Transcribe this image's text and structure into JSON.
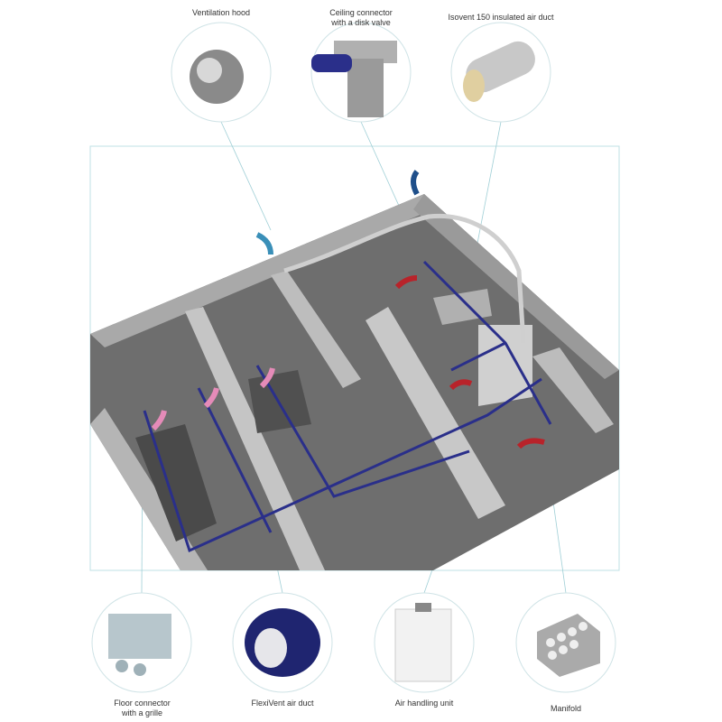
{
  "components": {
    "top": [
      {
        "label": "Ventilation hood"
      },
      {
        "label": "Ceiling connector with a disk valve"
      },
      {
        "label": "Isovent 150 insulated air duct"
      }
    ],
    "bottom": [
      {
        "label": "Floor connector with a grille"
      },
      {
        "label": "FlexiVent air duct"
      },
      {
        "label": "Air handling unit"
      },
      {
        "label": "Manifold"
      }
    ]
  },
  "colors": {
    "duct": "#2a2f8a",
    "supply_arrow": "#b8232a",
    "extract_arrow": "#e58bb8",
    "inlet_arrow": "#1f4f8a",
    "outlet_arrow": "#3a8fb8"
  }
}
